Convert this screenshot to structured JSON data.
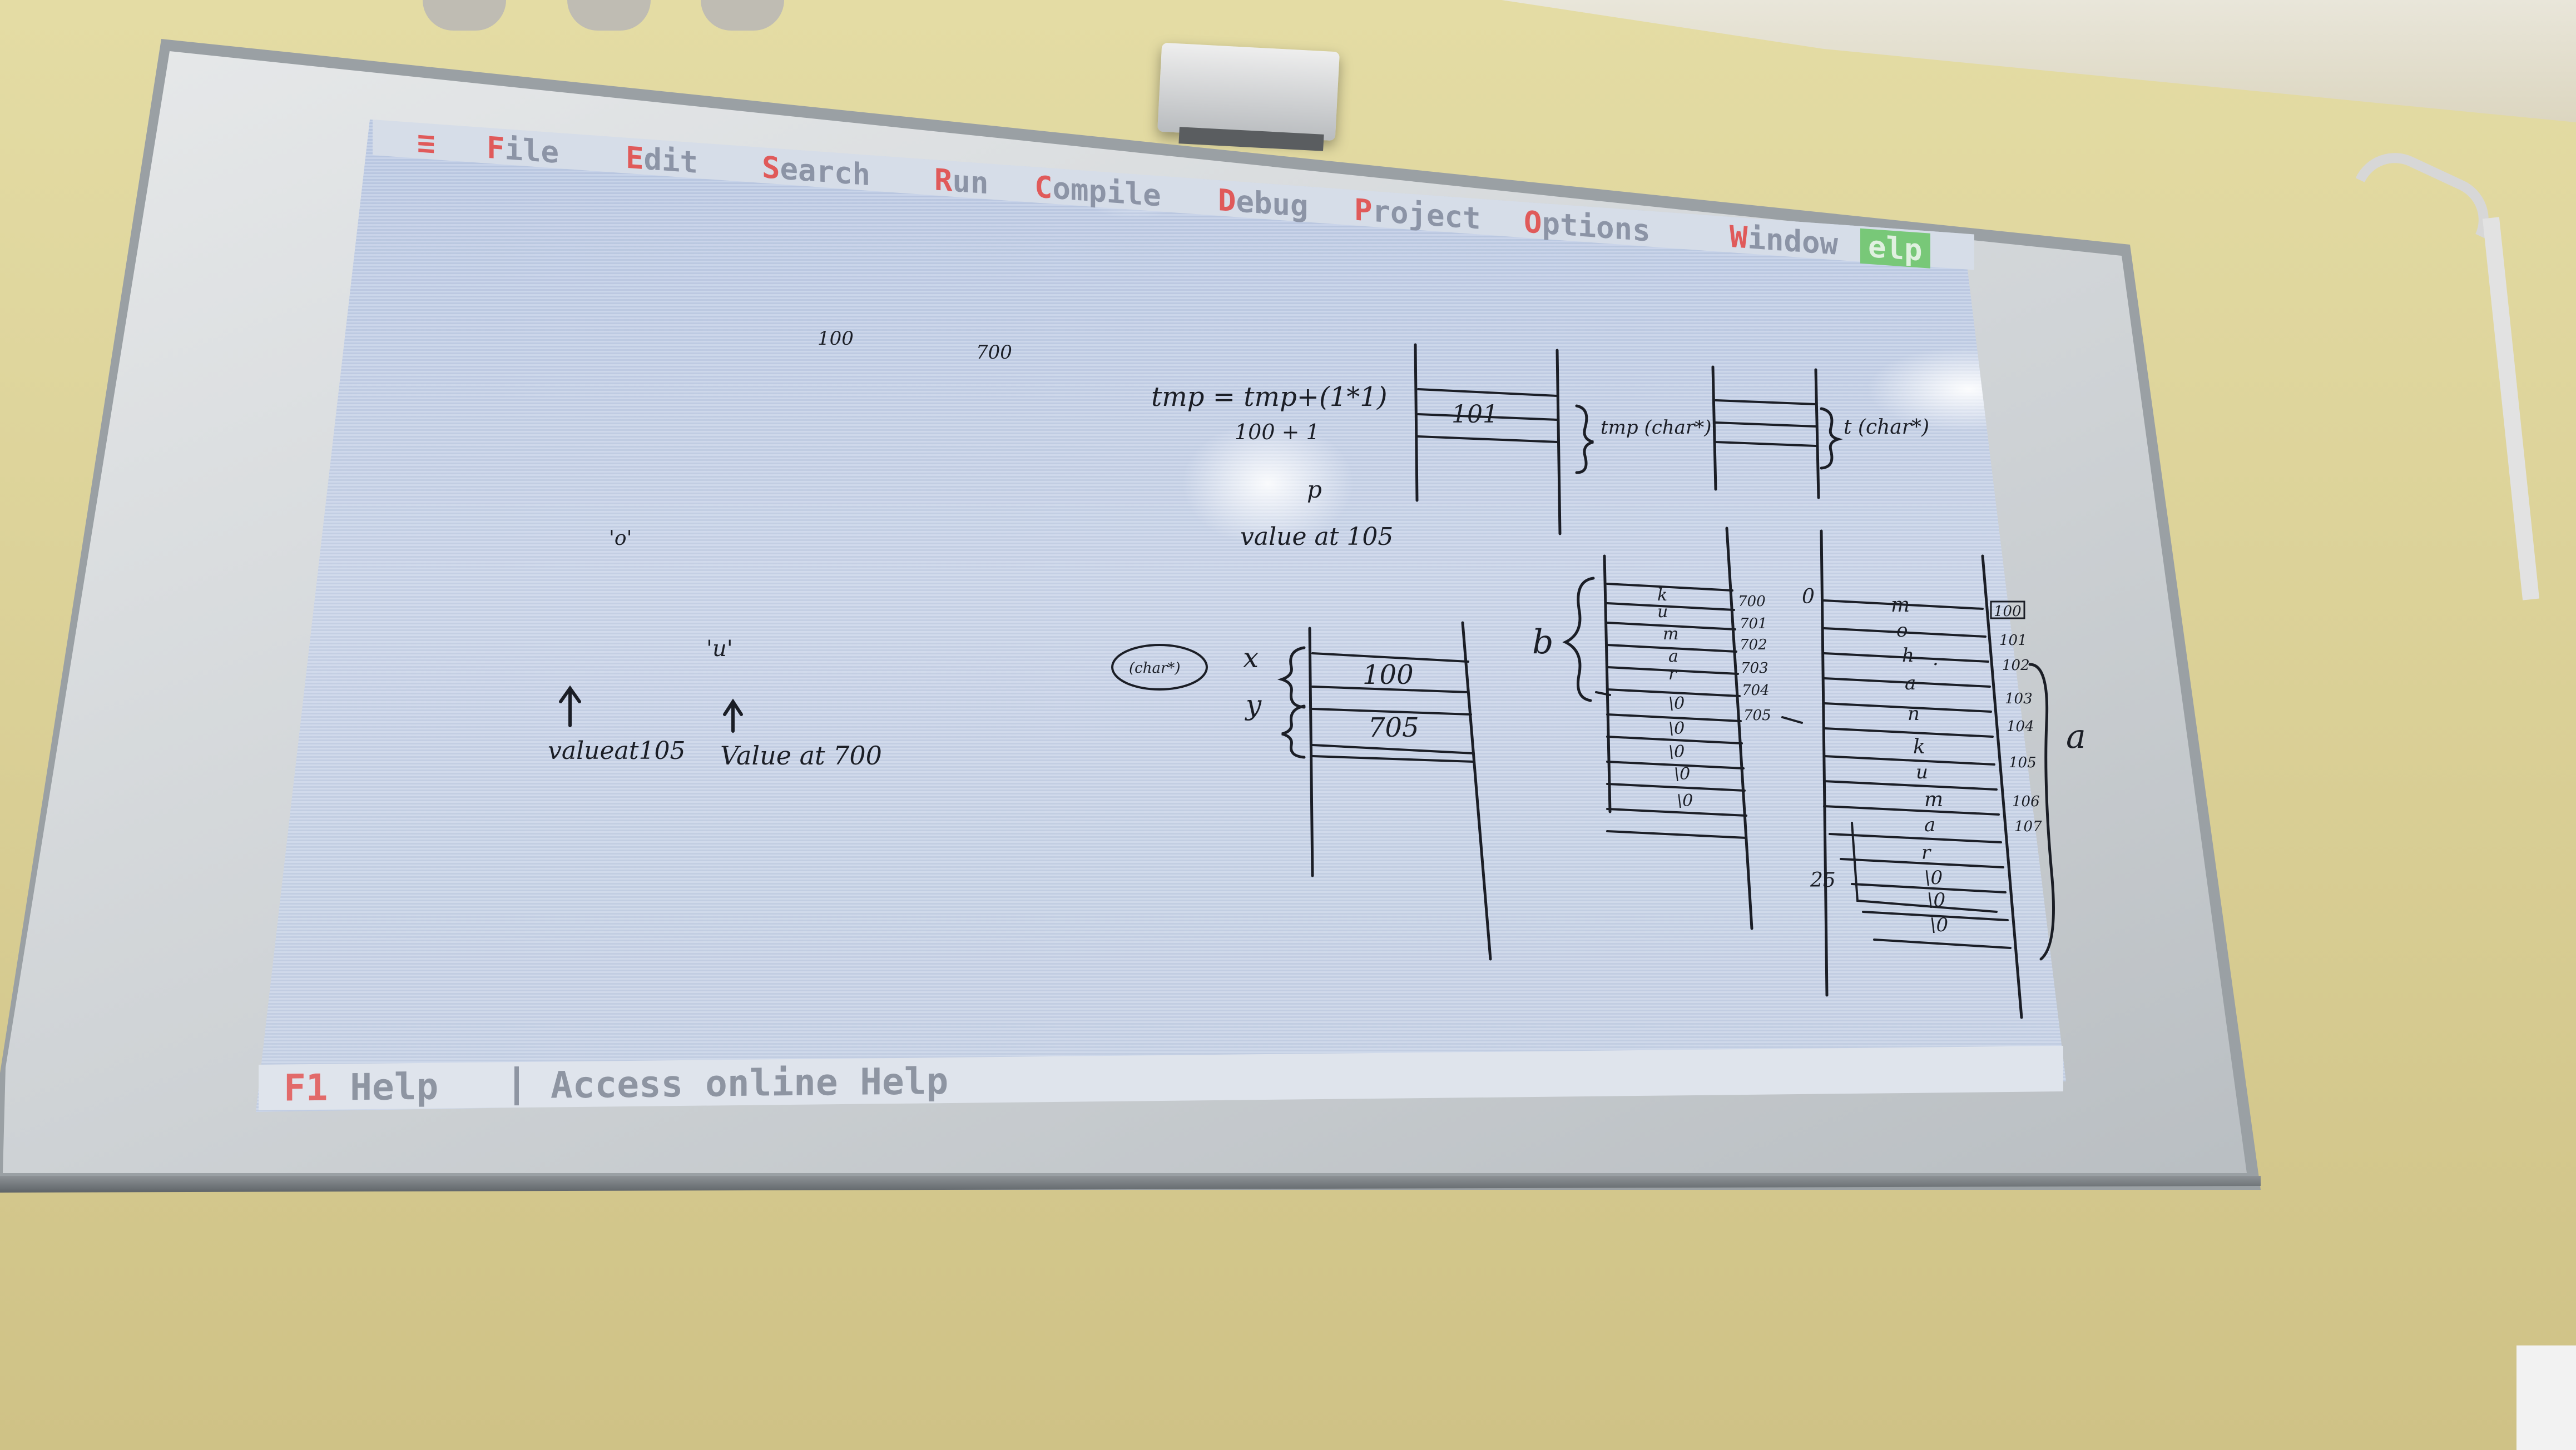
{
  "menubar": {
    "system_icon": "≡",
    "items": [
      {
        "hot": "F",
        "rest": "ile"
      },
      {
        "hot": "E",
        "rest": "dit"
      },
      {
        "hot": "S",
        "rest": "earch"
      },
      {
        "hot": "R",
        "rest": "un"
      },
      {
        "hot": "C",
        "rest": "ompile"
      },
      {
        "hot": "D",
        "rest": "ebug"
      },
      {
        "hot": "P",
        "rest": "roject"
      },
      {
        "hot": "O",
        "rest": "ptions"
      },
      {
        "hot": "W",
        "rest": "indow"
      },
      {
        "hot": "",
        "rest": "elp"
      }
    ]
  },
  "statusbar": {
    "key": "F1",
    "key_label": "Help",
    "message": "Access online Help"
  },
  "handwriting": {
    "n100": "100",
    "n700": "700",
    "tmp_eq": "tmp = tmp+(1*1)",
    "tmp_sub": "100 + 1",
    "p_label": "p",
    "value_at_105": "value at 105",
    "quote_o": "'o'",
    "quote_u": "'u'",
    "value_at_105_left": "valueat105",
    "value_at_700": "Value at 700",
    "cell_101": "101",
    "brace_tmp": "tmp (char*)",
    "brace_t": "t (char*)",
    "x": "x",
    "y": "y",
    "char_star": "(char*)",
    "x_val": "100",
    "y_val": "705",
    "b": "b",
    "mid_cells": [
      "k",
      "u",
      "m",
      "a",
      "r",
      "\\0",
      "\\0",
      "\\0",
      "\\0",
      "\\0"
    ],
    "mid_addrs": [
      "700",
      "701",
      "702",
      "703",
      "704",
      "705"
    ],
    "right_cells": [
      "m",
      "o",
      "h",
      ".",
      "a",
      "n",
      "k",
      "u",
      "m",
      "a",
      "r",
      "\\0",
      "\\0",
      "\\0"
    ],
    "right_addrs": [
      "100",
      "101",
      "102",
      "103",
      "104",
      "105",
      "106",
      "107"
    ],
    "zero": "0",
    "a": "a",
    "n25": "25"
  },
  "colors": {
    "hotkey": "#e05a5a",
    "menu_text": "#8c94a6",
    "help_active_bg": "#78c878",
    "ink": "#1b1e26"
  }
}
